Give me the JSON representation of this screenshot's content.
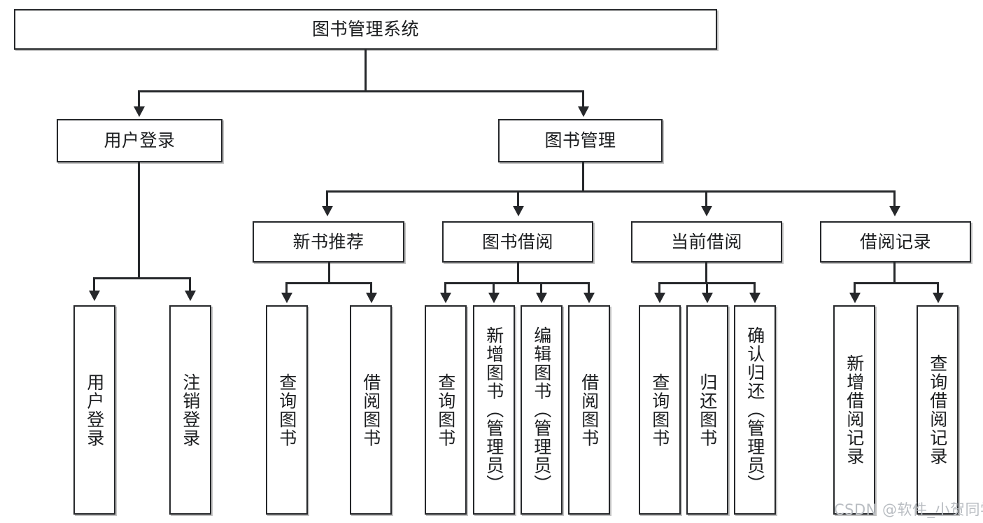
{
  "diagram": {
    "title": "图书管理系统",
    "type": "tree-hierarchy",
    "root": {
      "label": "图书管理系统"
    },
    "level2": [
      {
        "label": "用户登录"
      },
      {
        "label": "图书管理"
      }
    ],
    "level3": [
      {
        "label": "新书推荐"
      },
      {
        "label": "图书借阅"
      },
      {
        "label": "当前借阅"
      },
      {
        "label": "借阅记录"
      }
    ],
    "leaves": {
      "user_login": [
        {
          "label": "用户登录"
        },
        {
          "label": "注销登录"
        }
      ],
      "new_book_recommend": [
        {
          "label": "查询图书"
        },
        {
          "label": "借阅图书"
        }
      ],
      "book_borrow": [
        {
          "label": "查询图书"
        },
        {
          "label": "新增图书（管理员）"
        },
        {
          "label": "编辑图书（管理员）"
        },
        {
          "label": "借阅图书"
        }
      ],
      "current_borrow": [
        {
          "label": "查询图书"
        },
        {
          "label": "归还图书"
        },
        {
          "label": "确认归还（管理员）"
        }
      ],
      "borrow_record": [
        {
          "label": "新增借阅记录"
        },
        {
          "label": "查询借阅记录"
        }
      ]
    }
  },
  "watermark": {
    "text": "CSDN @软件_小贺同学"
  },
  "colors": {
    "stroke": "#26282b",
    "text": "#1b1d1f",
    "background": "#ffffff",
    "watermark": "#b9bdc2"
  }
}
